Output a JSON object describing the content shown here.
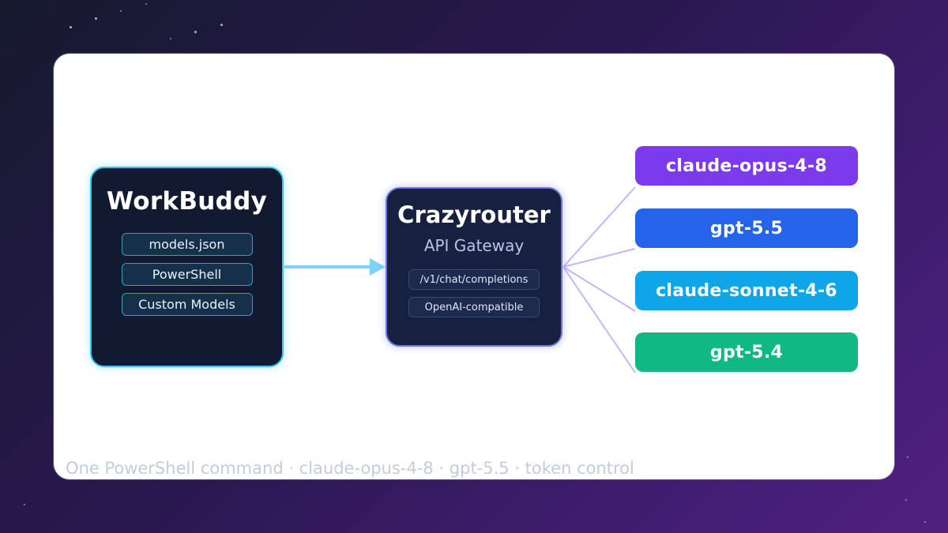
{
  "workbuddy": {
    "title": "WorkBuddy",
    "items": [
      "models.json",
      "PowerShell",
      "Custom Models"
    ]
  },
  "router": {
    "title": "Crazyrouter",
    "subtitle": "API Gateway",
    "tags": [
      "/v1/chat/completions",
      "OpenAI-compatible"
    ]
  },
  "models": [
    {
      "label": "claude-opus-4-8",
      "color": "#7c3aed"
    },
    {
      "label": "gpt-5.5",
      "color": "#2563eb"
    },
    {
      "label": "claude-sonnet-4-6",
      "color": "#0ea5e9"
    },
    {
      "label": "gpt-5.4",
      "color": "#10b981"
    }
  ],
  "caption": "One PowerShell command · claude-opus-4-8 · gpt-5.5 · token control",
  "colors": {
    "arrow": "#7dd3fc",
    "fanout_lines": "#c4b5fd",
    "workbuddy_border": "#2ec8ee",
    "router_border": "#6f76e0"
  }
}
